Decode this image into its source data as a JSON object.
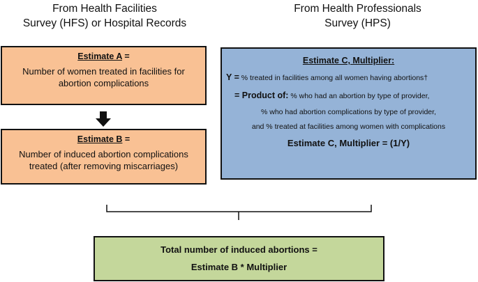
{
  "headers": {
    "left": [
      "From Health Facilities",
      "Survey (HFS) or Hospital Records"
    ],
    "right": [
      "From Health Professionals",
      "Survey (HPS)"
    ]
  },
  "box_a": {
    "title": "Estimate A",
    "suffix": " =",
    "body": [
      "Number of women treated in facilities for",
      "abortion complications"
    ]
  },
  "box_b": {
    "title": "Estimate B",
    "suffix": " =",
    "body": [
      "Number of induced abortion complications",
      "treated (after removing miscarriages)"
    ]
  },
  "box_c": {
    "title": "Estimate C, Multiplier:",
    "y_label": "Y =",
    "y_text": " % treated in facilities among all women having abortions†",
    "product_label": "= Product of:",
    "product_items": [
      "  % who had an abortion by type of provider,",
      "% who had abortion complications by type of provider,",
      "and % treated at facilities among women with complications"
    ],
    "formula": "Estimate C, Multiplier = (1/Y)"
  },
  "box_total": {
    "line1": "Total number of induced abortions =",
    "line2": "Estimate B * Multiplier"
  },
  "colors": {
    "orange": "#f9c194",
    "blue": "#95b3d7",
    "green": "#c4d79b",
    "border": "#111111"
  }
}
